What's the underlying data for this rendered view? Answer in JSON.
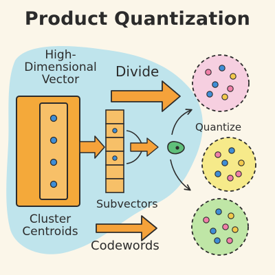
{
  "title": "Product Quantization",
  "labels": {
    "high_dimensional_vector": [
      "High-",
      "Dimensional",
      "Vector"
    ],
    "divide": "Divide",
    "quantize": "Quantize",
    "subvectors": "Subvectors",
    "cluster_centroids": [
      "Cluster",
      "Centroids"
    ],
    "codewords": "Codewords"
  },
  "colors": {
    "background": "#fbf6e9",
    "blob": "#bfe4ec",
    "vector_fill": "#f4a93a",
    "subvector_fill": "#f7c068",
    "point_blue": "#3f8ed6",
    "arrow_orange": "#f5a23a",
    "cluster_pink": "#f6cfe0",
    "cluster_yellow": "#f6ea8a",
    "cluster_green": "#bfe6a6",
    "marker_green": "#5fbf7a",
    "outline": "#2b2b2b"
  },
  "vector": {
    "dots": 4
  },
  "subvectors": {
    "cells": 6
  },
  "clusters": [
    {
      "name": "pink",
      "points": [
        "#f07fa8",
        "#3f8ed6",
        "#f2c94c",
        "#3f8ed6",
        "#f07fa8",
        "#3f8ed6",
        "#f2c94c"
      ]
    },
    {
      "name": "yellow",
      "points": [
        "#f07fa8",
        "#3f8ed6",
        "#f2c94c",
        "#3f8ed6",
        "#f07fa8",
        "#3f8ed6",
        "#f07fa8"
      ]
    },
    {
      "name": "green",
      "points": [
        "#f07fa8",
        "#3f8ed6",
        "#f2c94c",
        "#3f8ed6",
        "#f07fa8",
        "#f2c94c",
        "#3f8ed6",
        "#f07fa8"
      ]
    }
  ]
}
